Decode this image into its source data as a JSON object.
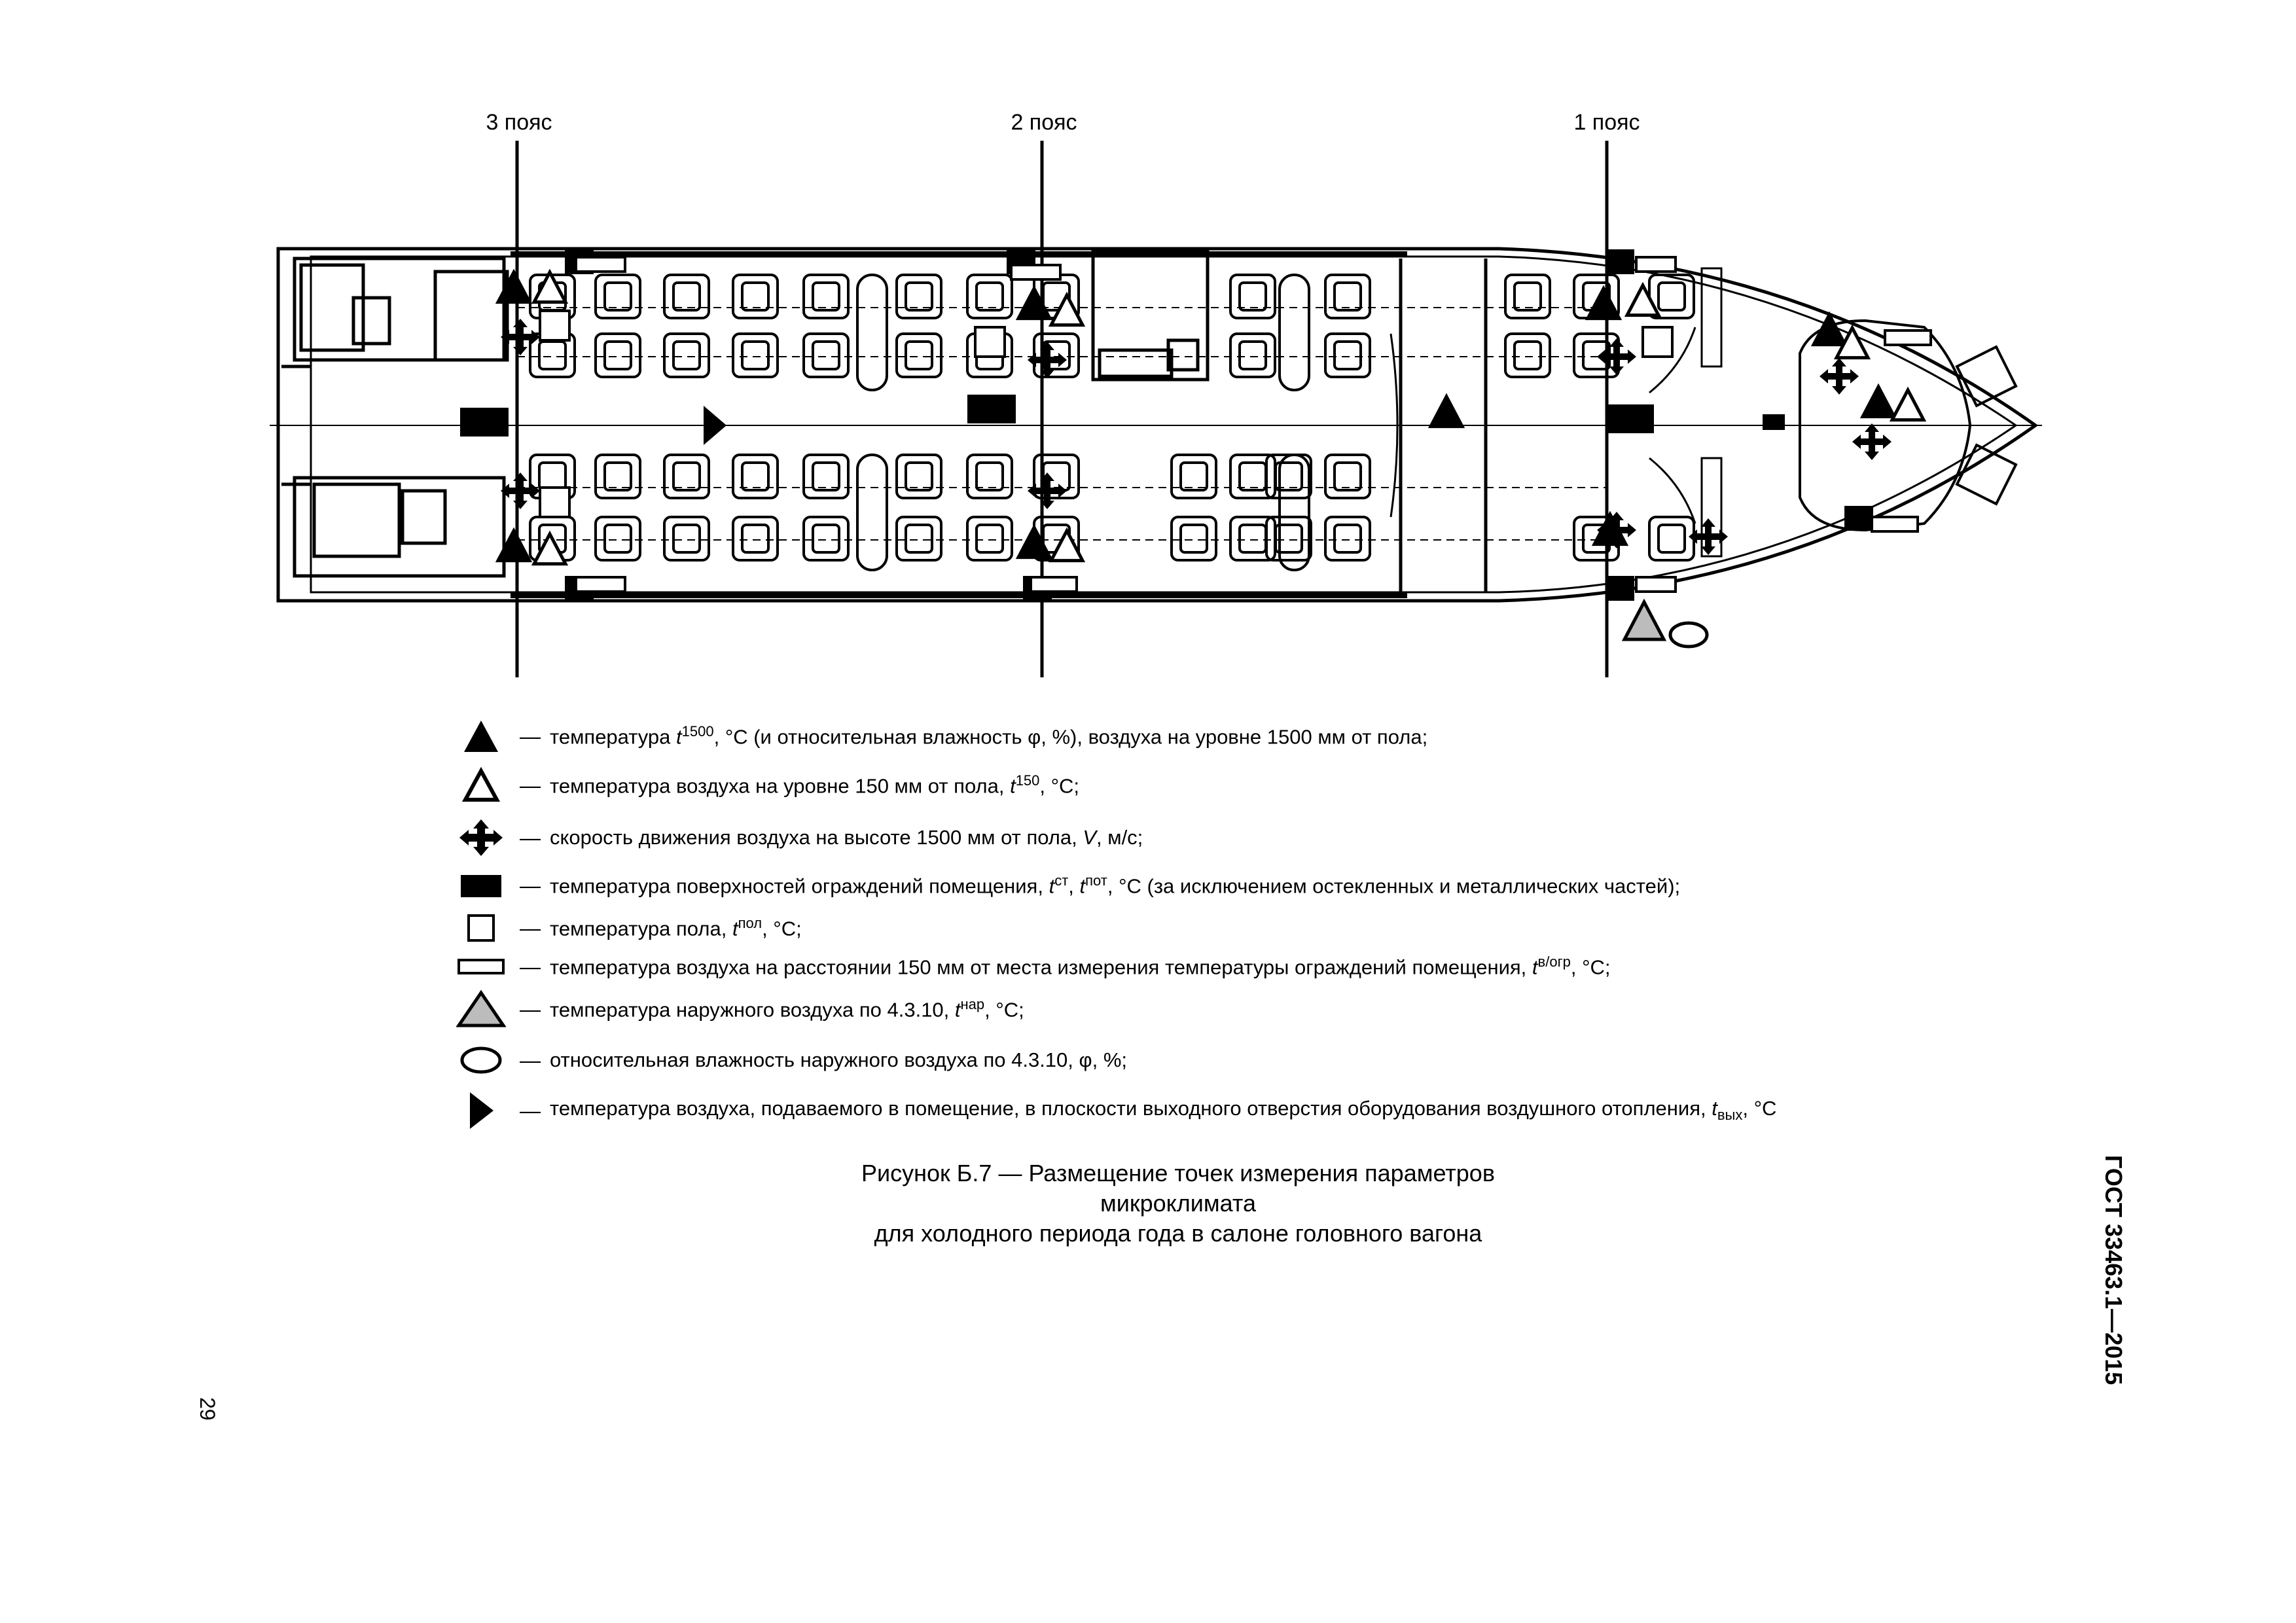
{
  "zones": {
    "zone3": "3 пояс",
    "zone2": "2 пояс",
    "zone1": "1 пояс"
  },
  "legend": {
    "dash": "—",
    "items": [
      {
        "symbol": "filled-triangle",
        "text_a": "температура ",
        "var": "t",
        "sup": "1500",
        "text_b": ", °С (и относительная влажность φ, %), воздуха на уровне 1500 мм от пола;"
      },
      {
        "symbol": "outline-triangle",
        "text_a": "температура воздуха на уровне 150 мм от пола, ",
        "var": "t",
        "sup": "150",
        "text_b": ", °С;"
      },
      {
        "symbol": "four-way-arrow",
        "text_a": "скорость движения воздуха на высоте 1500 мм от пола, ",
        "var": "V",
        "sup": "",
        "text_b": ", м/с;"
      },
      {
        "symbol": "filled-rectangle",
        "text_a": "температура поверхностей ограждений помещения, ",
        "var": "t",
        "sup": "ст",
        "text_mid": ", ",
        "var2": "t",
        "sup2": "пот",
        "text_b": ", °С (за исключением остекленных и металлических частей);"
      },
      {
        "symbol": "outline-square",
        "text_a": "температура пола, ",
        "var": "t",
        "sup": "пол",
        "text_b": ", °С;"
      },
      {
        "symbol": "outline-rectangle",
        "text_a": "температура воздуха на расстоянии 150 мм от места измерения температуры ограждений помещения, ",
        "var": "t",
        "sup": "в/огр",
        "text_b": ", °С;"
      },
      {
        "symbol": "gray-triangle",
        "text_a": "температура наружного воздуха по 4.3.10, ",
        "var": "t",
        "sup": "нар",
        "text_b": ", °С;"
      },
      {
        "symbol": "outline-ellipse",
        "text_a": "относительная влажность наружного воздуха по 4.3.10, φ, %;",
        "var": "",
        "sup": "",
        "text_b": ""
      },
      {
        "symbol": "right-triangle",
        "text_a": "температура  воздуха, подаваемого в помещение, в плоскости выходного отверстия оборудования воздушного отопления,  ",
        "var": "t",
        "sub": "вых",
        "text_b": ", °С"
      }
    ]
  },
  "caption": {
    "line1": "Рисунок Б.7 — Размещение точек измерения параметров микроклимата",
    "line2": "для холодного периода года в салоне головного вагона"
  },
  "document_code": "ГОСТ 33463.1—2015",
  "page_number": "29"
}
